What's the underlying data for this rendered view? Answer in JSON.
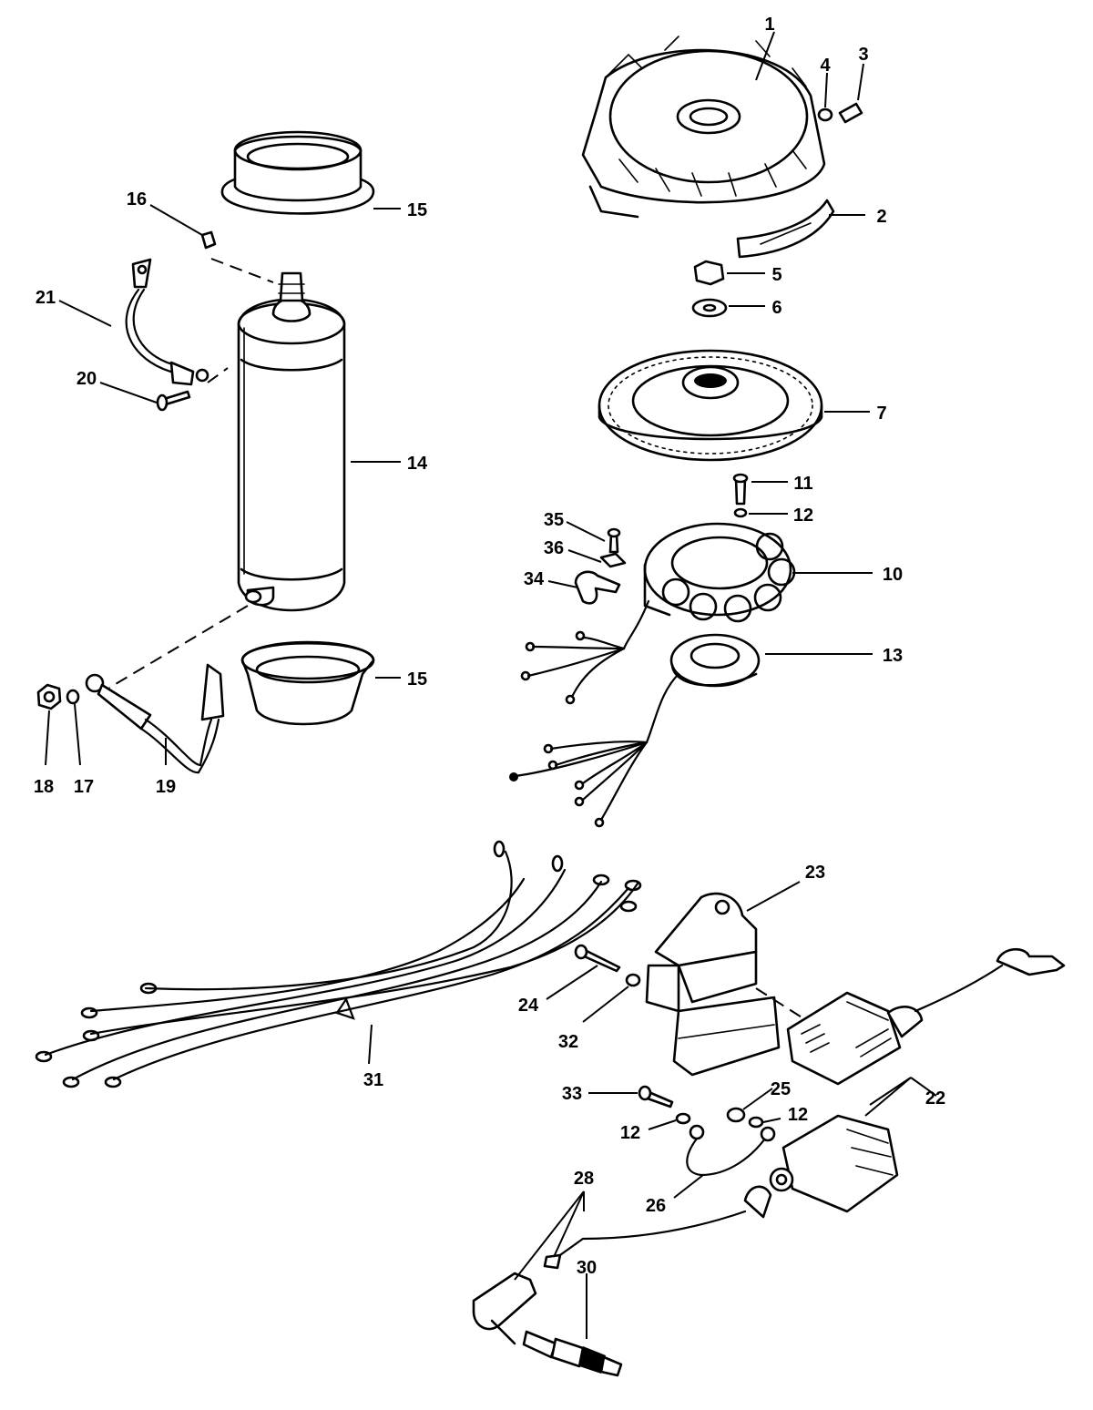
{
  "callouts": {
    "c1": "1",
    "c2": "2",
    "c3": "3",
    "c4": "4",
    "c5": "5",
    "c6": "6",
    "c7": "7",
    "c10": "10",
    "c11": "11",
    "c12a": "12",
    "c12b": "12",
    "c12c": "12",
    "c13": "13",
    "c14": "14",
    "c15a": "15",
    "c15b": "15",
    "c16": "16",
    "c17": "17",
    "c18": "18",
    "c19": "19",
    "c20": "20",
    "c21": "21",
    "c22": "22",
    "c23": "23",
    "c24": "24",
    "c25": "25",
    "c26": "26",
    "c28": "28",
    "c30": "30",
    "c31": "31",
    "c32": "32",
    "c33": "33",
    "c34": "34",
    "c35": "35",
    "c36": "36"
  }
}
